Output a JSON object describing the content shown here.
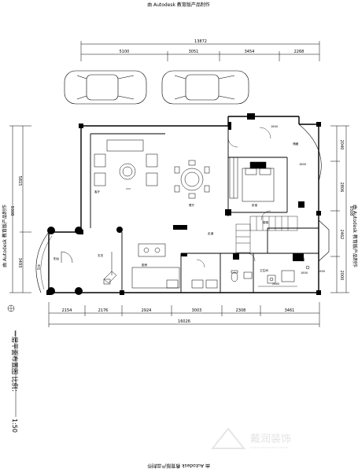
{
  "watermark": {
    "top": "由 Autodesk 教育版产品制作",
    "bottom": "由 Autodesk 教育版产品制作",
    "left": "由 Autodesk 教育版产品制作",
    "right": "由 Autodesk 教育版产品制作"
  },
  "dimensions": {
    "top_total": "13872",
    "top_segments": [
      "5100",
      "3051",
      "3454",
      "2268"
    ],
    "bottom_total": "16026",
    "bottom_segments": [
      "2154",
      "2176",
      "2924",
      "3003",
      "2308",
      "3461"
    ],
    "left_total": "9308",
    "left_segments": [
      "5815",
      "3493"
    ],
    "right_total": "9308",
    "right_segments": [
      "2040",
      "2806",
      "2462",
      "2000"
    ],
    "inner": [
      "1800",
      "1800",
      "1800",
      "1800",
      "2465"
    ]
  },
  "rooms": {
    "parking": "车位",
    "living": "客厅",
    "dining": "餐厅",
    "kitchen": "厨房",
    "bedroom": "卧室",
    "bathroom": "卫生间",
    "stair": "楼梯",
    "entrance": "玄关",
    "corridor": "走道",
    "storage": "储藏",
    "balcony": "阳台"
  },
  "plan_title": "一层平面布置图  比例：",
  "scale": "1:50",
  "brand": {
    "name": "戴润装饰",
    "sub": "DAIRUN DECORATION & DESIGN"
  }
}
